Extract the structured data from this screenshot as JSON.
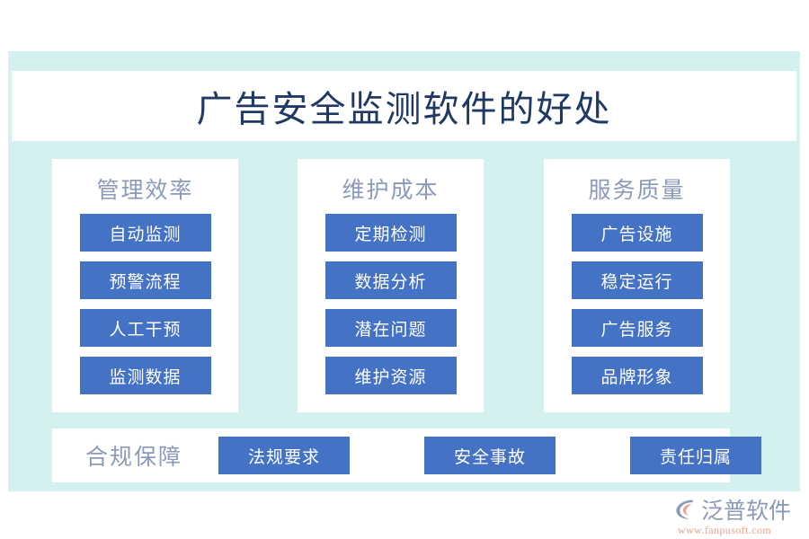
{
  "diagram": {
    "title": "广告安全监测软件的好处",
    "background_color": "#D4F0EF",
    "card_color": "#FFFFFF",
    "chip_color": "#4472C4",
    "title_color": "#1F3864",
    "heading_color": "#8A9AB8",
    "columns": [
      {
        "heading": "管理效率",
        "items": [
          {
            "label": "自动监测"
          },
          {
            "label": "预警流程"
          },
          {
            "label": "人工干预"
          },
          {
            "label": "监测数据"
          }
        ]
      },
      {
        "heading": "维护成本",
        "items": [
          {
            "label": "定期检测"
          },
          {
            "label": "数据分析"
          },
          {
            "label": "潜在问题"
          },
          {
            "label": "维护资源"
          }
        ]
      },
      {
        "heading": "服务质量",
        "items": [
          {
            "label": "广告设施"
          },
          {
            "label": "稳定运行"
          },
          {
            "label": "广告服务"
          },
          {
            "label": "品牌形象"
          }
        ]
      }
    ],
    "bottom_row": {
      "heading": "合规保障",
      "items": [
        {
          "label": "法规要求"
        },
        {
          "label": "安全事故"
        },
        {
          "label": "责任归属"
        }
      ]
    }
  },
  "logo": {
    "icon": "fanpu-swoosh-icon",
    "wordmark": "泛普软件",
    "url": "www.fanpusoft.com",
    "mark_color": "#8A9AB8",
    "accent_color": "#E9A38A"
  }
}
